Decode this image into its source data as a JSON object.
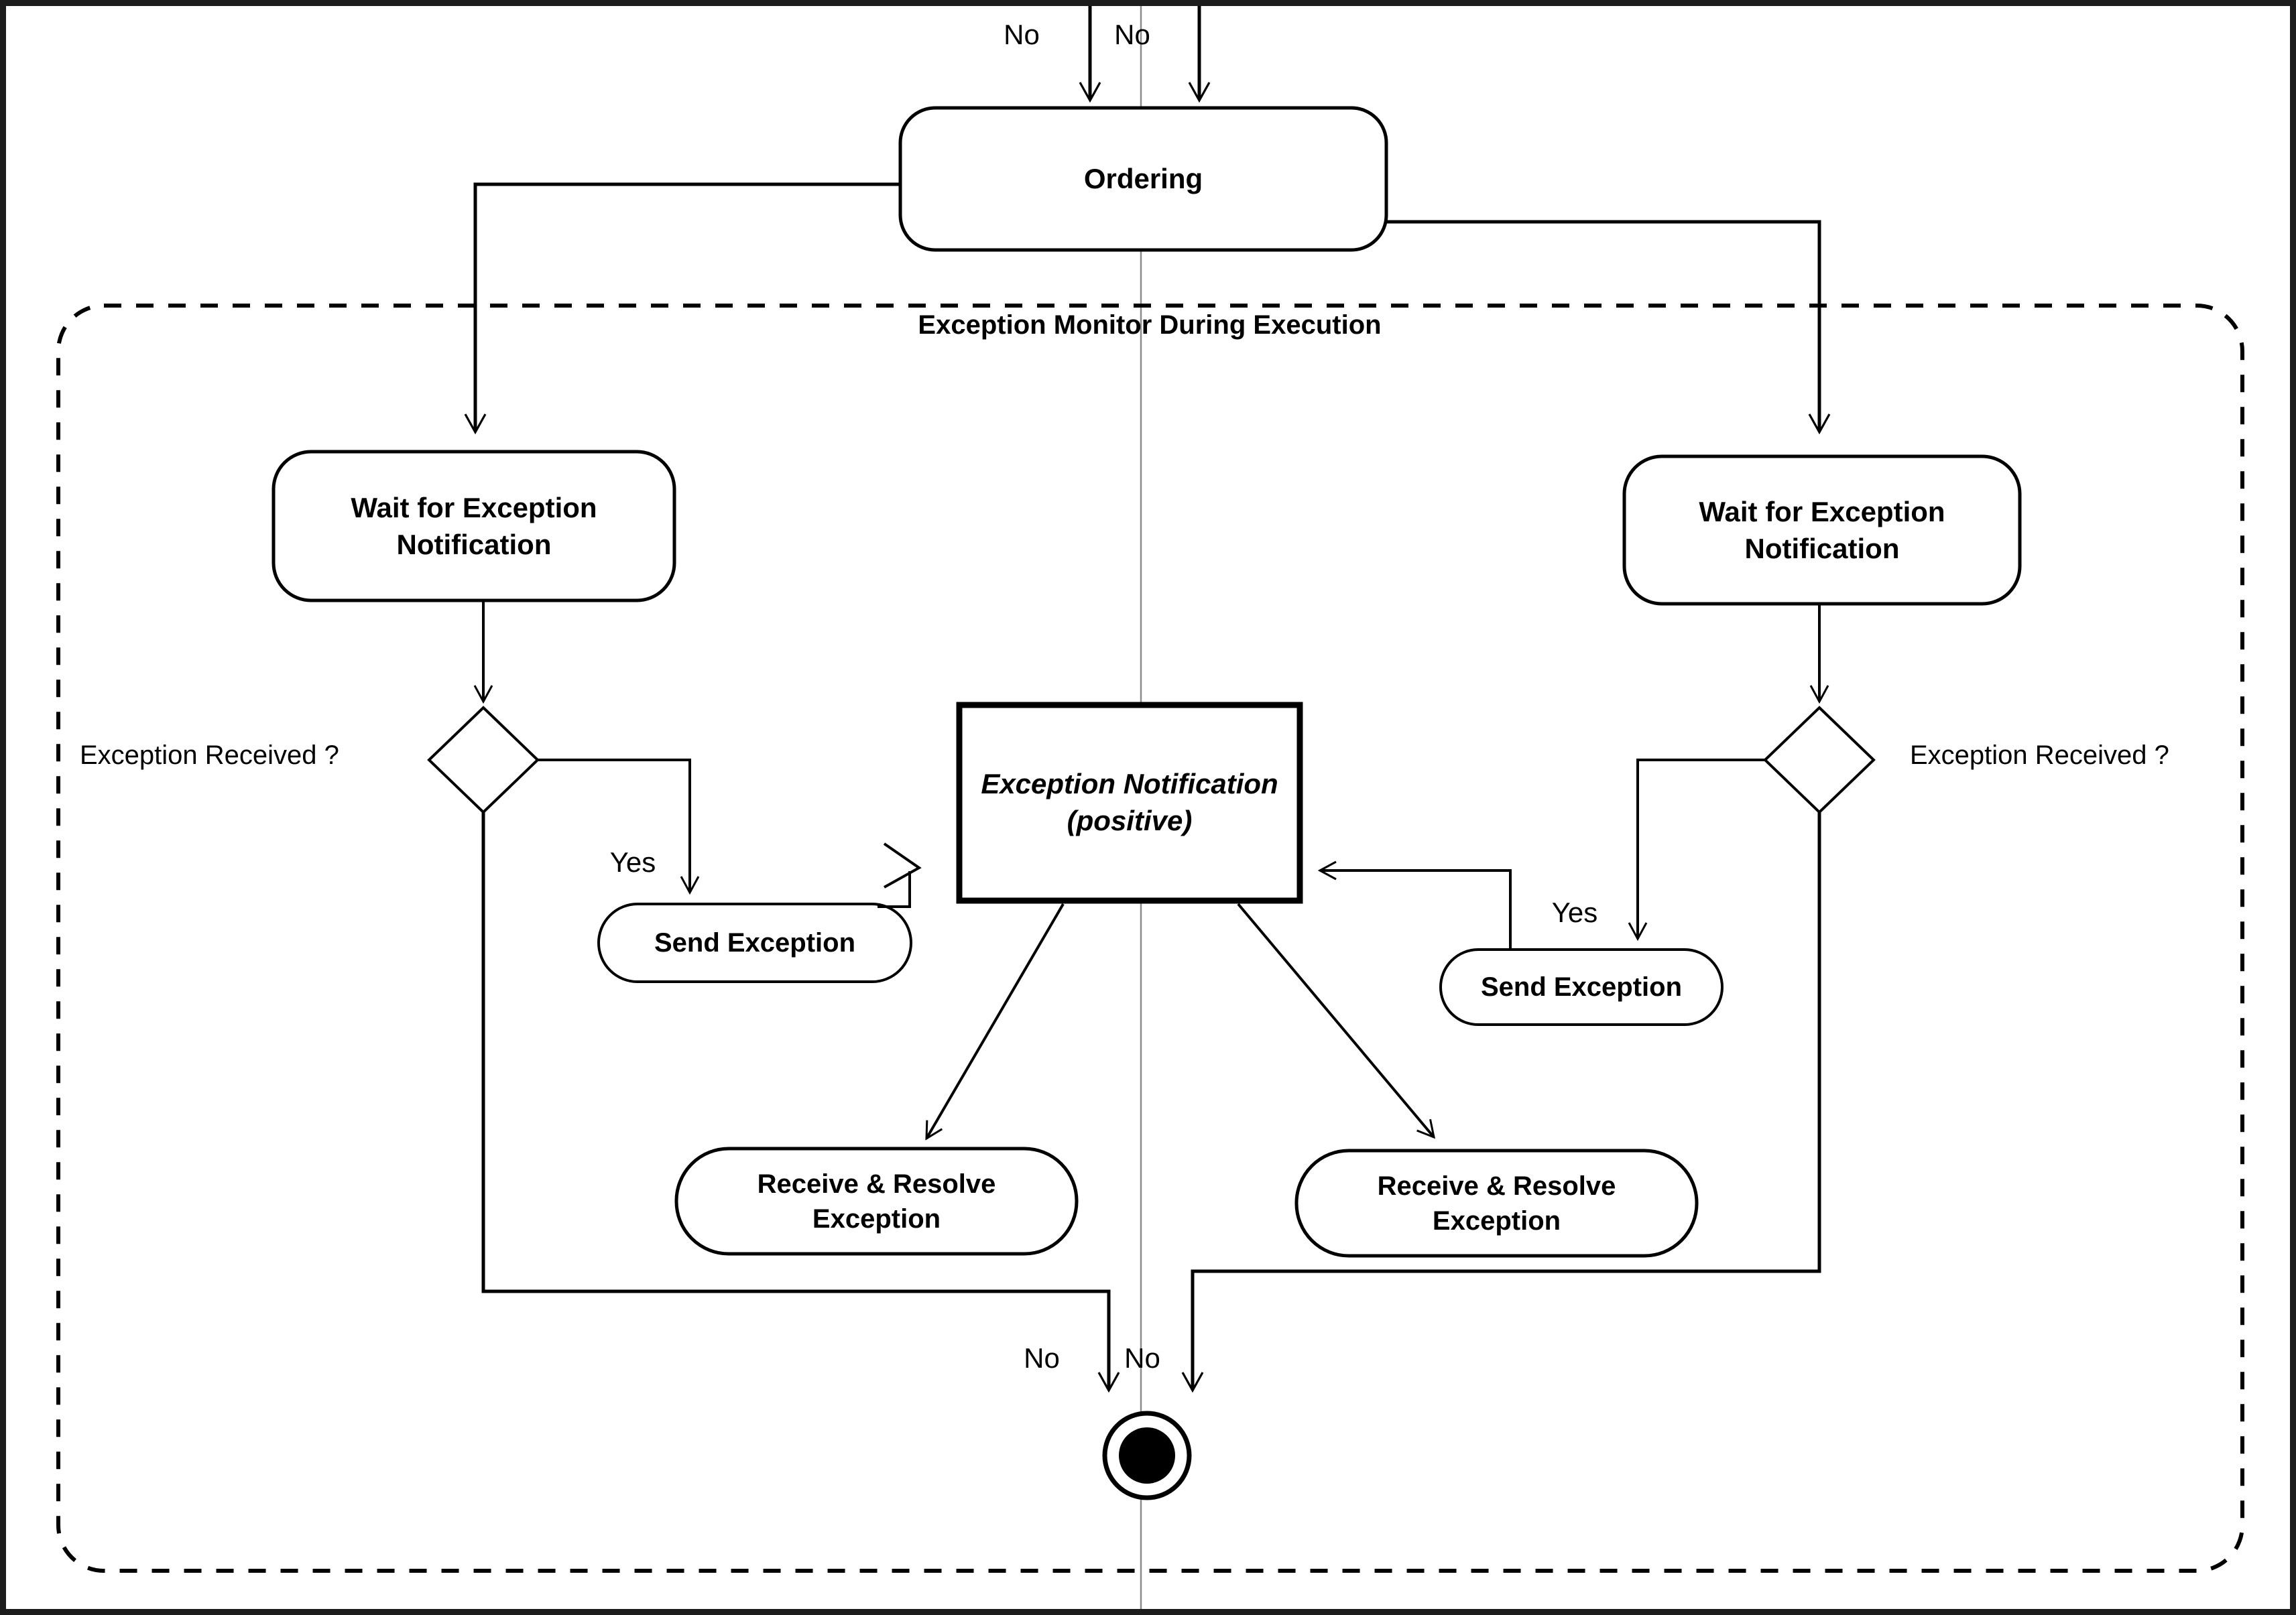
{
  "diagram": {
    "title": "Exception Monitor During Execution",
    "type": "uml-activity-diagram",
    "partition_title": "Exception Monitor During Execution"
  },
  "nodes": {
    "ordering": {
      "label": "Ordering",
      "shape": "rounded-rectangle"
    },
    "wait_left": {
      "label": "Wait for Exception\nNotification",
      "line1": "Wait for Exception",
      "line2": "Notification",
      "shape": "rounded-rectangle"
    },
    "wait_right": {
      "label": "Wait for Exception\nNotification",
      "line1": "Wait for Exception",
      "line2": "Notification",
      "shape": "rounded-rectangle"
    },
    "decision_left": {
      "label": "Exception Received ?",
      "shape": "diamond"
    },
    "decision_right": {
      "label": "Exception Received ?",
      "shape": "diamond"
    },
    "send_left": {
      "label": "Send Exception",
      "shape": "stadium"
    },
    "send_right": {
      "label": "Send Exception",
      "shape": "stadium"
    },
    "notification": {
      "line1": "Exception Notification",
      "line2": "(positive)",
      "shape": "rectangle"
    },
    "receive_left": {
      "line1": "Receive & Resolve",
      "line2": "Exception",
      "shape": "stadium"
    },
    "receive_right": {
      "line1": "Receive & Resolve",
      "line2": "Exception",
      "shape": "stadium"
    },
    "final": {
      "label": "",
      "shape": "final-state"
    }
  },
  "edge_labels": {
    "no_top_left": "No",
    "no_top_right": "No",
    "yes_left": "Yes",
    "yes_right": "Yes",
    "no_bottom_left": "No",
    "no_bottom_right": "No"
  },
  "colors": {
    "frame": "#1c1c1c",
    "canvas": "#ffffff",
    "stroke": "#000000",
    "divider": "#888888"
  }
}
